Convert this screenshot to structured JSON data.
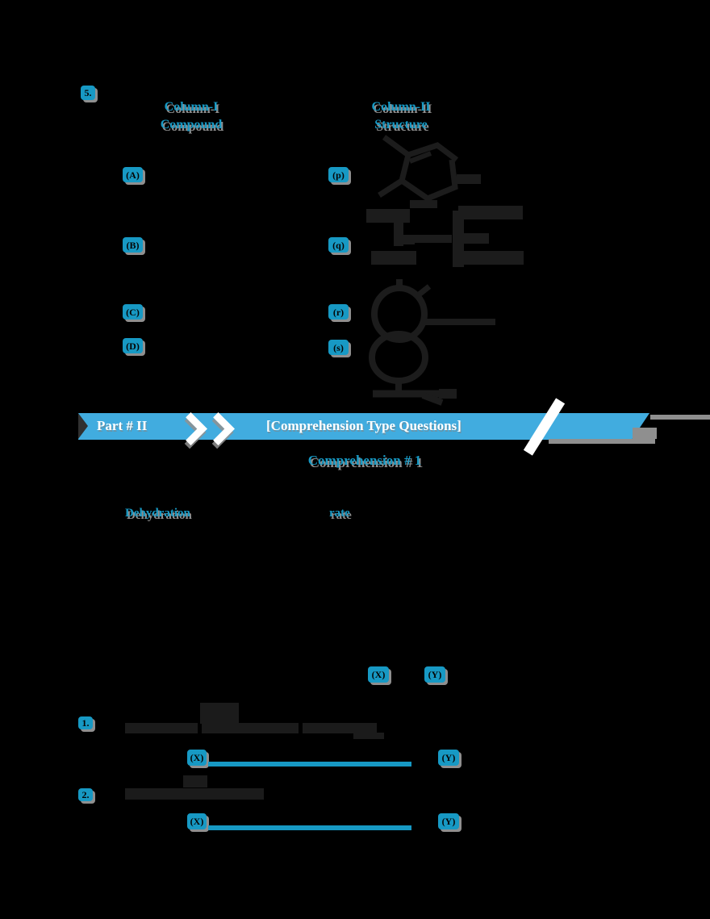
{
  "colors": {
    "cyan": "#1799C4",
    "banner_blue": "#41ACDF",
    "shadow_gray": "#8F8F8F",
    "ink_dark": "#1B1B1B"
  },
  "match_question": {
    "number": "5.",
    "column1_title": "Column-I",
    "column1_subtitle": "Compound",
    "column2_title": "Column-II",
    "column2_subtitle": "Structure",
    "left_markers": [
      "(A)",
      "(B)",
      "(C)",
      "(D)"
    ],
    "right_markers": [
      "(p)",
      "(q)",
      "(r)",
      "(s)"
    ]
  },
  "banner": {
    "part_label": "Part # II",
    "title": "[Comprehension Type Questions]"
  },
  "comprehension": {
    "heading": "Comprehension # 1",
    "keyword_left": "Dehydration",
    "keyword_right": "rate",
    "token_x": "(X)",
    "token_y": "(Y)"
  },
  "questions": [
    {
      "number": "1.",
      "from": "(X)",
      "to": "(Y)"
    },
    {
      "number": "2.",
      "from": "(X)",
      "to": "(Y)"
    }
  ]
}
